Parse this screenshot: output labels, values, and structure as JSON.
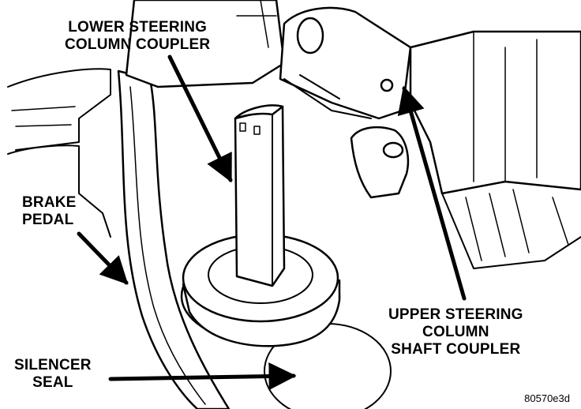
{
  "labels": {
    "lower_coupler": {
      "line1": "LOWER STEERING",
      "line2": "COLUMN COUPLER"
    },
    "brake_pedal": {
      "line1": "BRAKE",
      "line2": "PEDAL"
    },
    "silencer_seal": {
      "line1": "SILENCER",
      "line2": "SEAL"
    },
    "upper_coupler": {
      "line1": "UPPER STEERING",
      "line2": "COLUMN",
      "line3": "SHAFT COUPLER"
    }
  },
  "figure_id": "80570e3d"
}
